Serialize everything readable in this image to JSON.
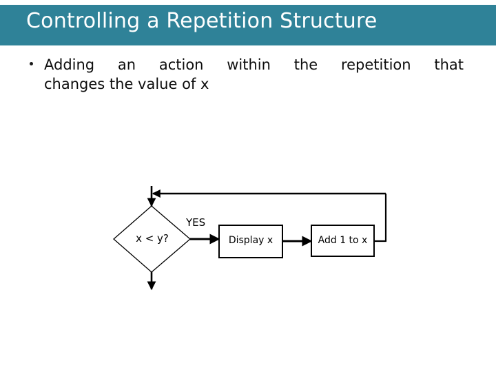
{
  "slide": {
    "title": "Controlling a Repetition Structure",
    "title_band_color": "#2f8298",
    "title_text_color": "#ffffff",
    "background_color": "#ffffff",
    "body_text_color": "#0d0d0d"
  },
  "body": {
    "bullets": [
      {
        "line1": "Adding an action within the repetition that",
        "line2": "changes the value of x"
      }
    ]
  },
  "flowchart": {
    "stroke_color": "#000000",
    "fill_color": "#ffffff",
    "nodes": {
      "decision": "x < y?",
      "process_display": "Display x",
      "process_increment": "Add 1 to x"
    },
    "edge_labels": {
      "yes": "YES"
    }
  }
}
